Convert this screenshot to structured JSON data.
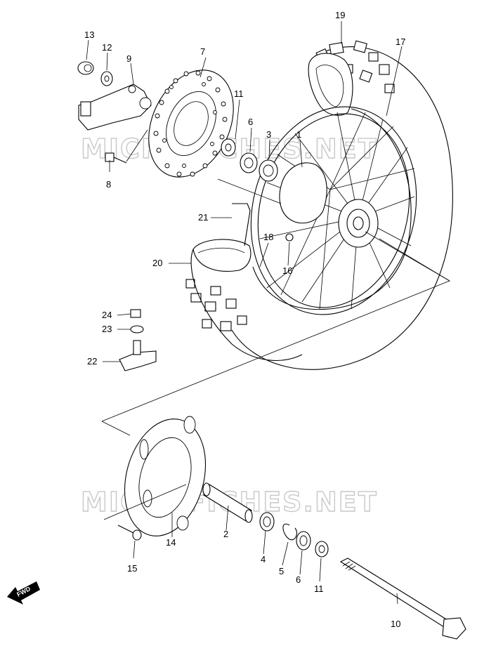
{
  "watermark": "MICROFICHES.NET",
  "fwd_label": "FWD",
  "callouts": {
    "c1": "1",
    "c2": "2",
    "c3": "3",
    "c4": "4",
    "c5": "5",
    "c6a": "6",
    "c6b": "6",
    "c7": "7",
    "c8": "8",
    "c9": "9",
    "c10": "10",
    "c11a": "11",
    "c11b": "11",
    "c12": "12",
    "c13": "13",
    "c14": "14",
    "c15": "15",
    "c16": "16",
    "c17": "17",
    "c18": "18",
    "c19": "19",
    "c20": "20",
    "c21": "21",
    "c22": "22",
    "c23": "23",
    "c24": "24"
  }
}
